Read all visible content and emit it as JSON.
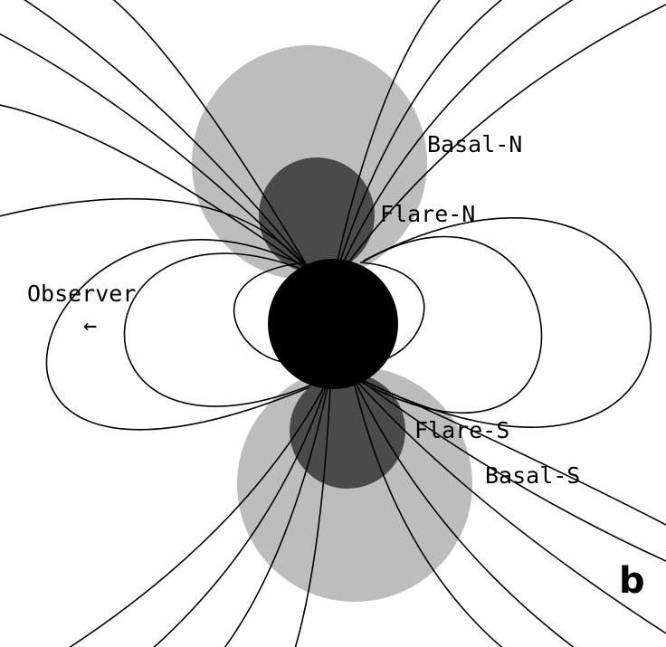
{
  "labels": {
    "basal_n": "Basal-N",
    "flare_n": "Flare-N",
    "flare_s": "Flare-S",
    "basal_s": "Basal-S",
    "observer": "Observer",
    "observer_arrow": "←",
    "panel": "b"
  },
  "colors": {
    "star": "#000000",
    "flare_region": "#4a4a4a",
    "basal_region": "#bdbdbd",
    "field_lines": "#000000",
    "background": "#ffffff"
  }
}
